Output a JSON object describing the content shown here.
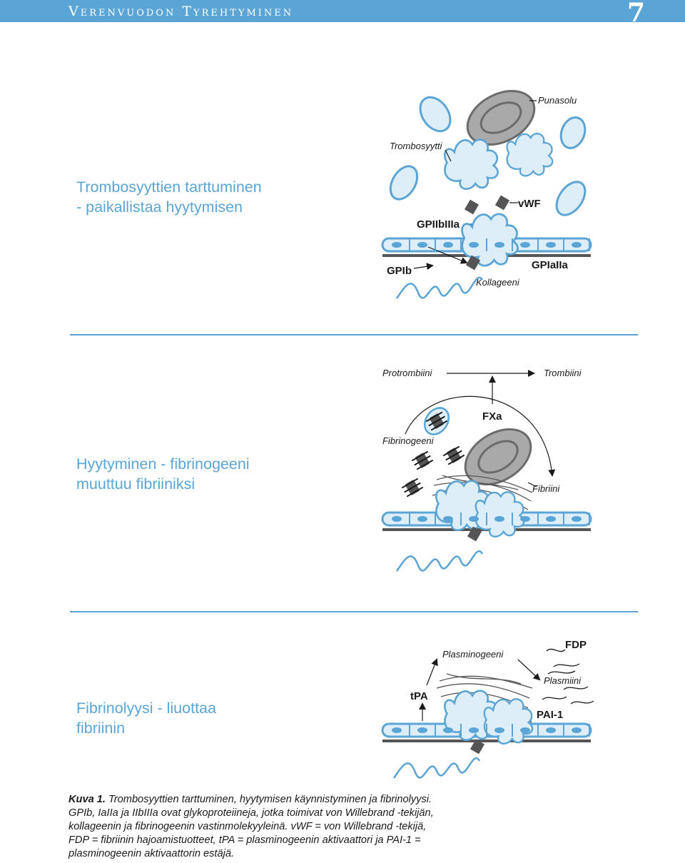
{
  "header": {
    "title": "Verenvuodon Tyrehtyminen",
    "page_number": "7",
    "bar_color": "#5aa5d6"
  },
  "sections": [
    {
      "title_lines": [
        "Trombosyyttien tarttuminen",
        "- paikallistaa hyytymisen"
      ],
      "labels": {
        "punasolu": "Punasolu",
        "trombosyytti": "Trombosyytti",
        "vwf": "vWF",
        "gpiibiiia": "GPIIbIIIa",
        "gpib": "GPIb",
        "gpiaiia": "GPIaIIa",
        "kollageeni": "Kollageeni"
      }
    },
    {
      "title_lines": [
        "Hyytyminen - fibrinogeeni",
        "muuttuu fibriiniksi"
      ],
      "labels": {
        "protrombiini": "Protrombiini",
        "trombiini": "Trombiini",
        "fxa": "FXa",
        "fibrinogeeni": "Fibrinogeeni",
        "fibriini": "Fibriini"
      }
    },
    {
      "title_lines": [
        "Fibrinolyysi - liuottaa",
        "fibriinin"
      ],
      "labels": {
        "plasminogeeni": "Plasminogeeni",
        "fdp": "FDP",
        "plasmiini": "Plasmiini",
        "tpa": "tPA",
        "pai1": "PAI-1"
      }
    }
  ],
  "caption": {
    "label": "Kuva 1.",
    "lines": [
      " Trombosyyttien tarttuminen, hyytymisen käynnistyminen ja fibrinolyysi.",
      "GPIb, IaIIa ja IIbIIIa ovat glykoproteiineja, jotka toimivat von Willebrand -tekijän,",
      "kollageenin ja fibrinogeenin vastinmolekyyleinä. vWF = von Willebrand -tekijä,",
      "FDP = fibriinin hajoamistuotteet, tPA = plasminogeenin aktivaattori ja PAI-1 =",
      "plasminogeenin aktivaattorin estäjä."
    ]
  },
  "colors": {
    "accent": "#5aa5d6",
    "cell_fill": "#ddeef9",
    "cell_stroke": "#5aa5d6",
    "rbc_fill": "#a9a9a9",
    "rbc_stroke": "#6b6b6b",
    "dark": "#555555"
  }
}
